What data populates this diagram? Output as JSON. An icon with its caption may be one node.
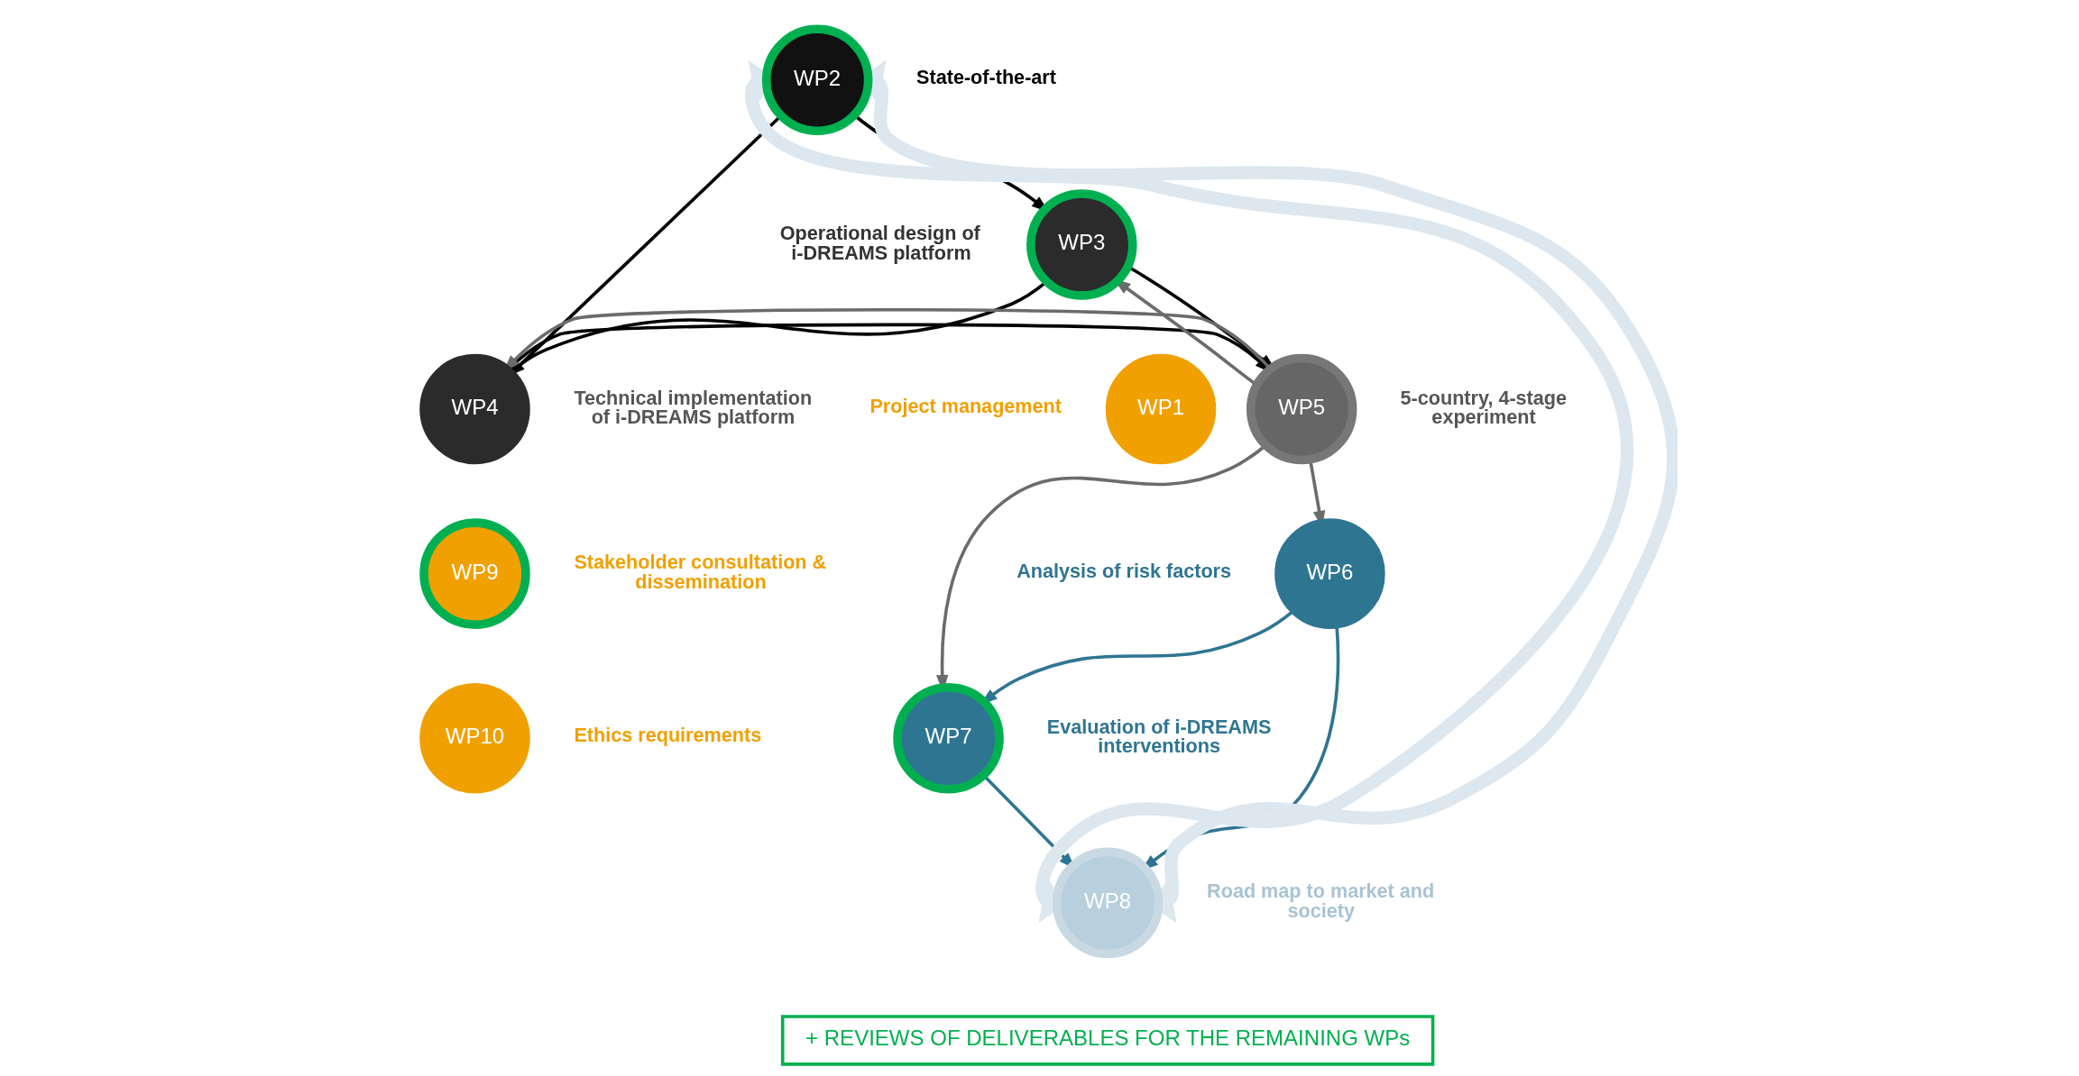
{
  "diagram": {
    "nodes": [
      {
        "text": [
          "WP2"
        ],
        "beside": [
          "State-of-the-art"
        ]
      },
      {
        "text": [
          "WP3"
        ],
        "beside": [
          "Operational design of i-DREAMS platform"
        ]
      },
      {
        "text": [
          "WP4"
        ],
        "beside": [
          "Technical implementation of i-DREAMS platform"
        ]
      },
      {
        "text": [
          "WP9"
        ],
        "beside": [
          "Stakeholder consultation & dissemination"
        ]
      },
      {
        "text": [
          "WP1"
        ],
        "beside": [
          "Project management"
        ]
      },
      {
        "text": [
          "WP5"
        ],
        "beside": [
          "5-country, 4-stage experiment"
        ]
      },
      {
        "text": [
          "WP10"
        ],
        "beside": [
          "Ethics requirements"
        ]
      },
      {
        "text": [
          "WP6"
        ],
        "beside": [
          "Analysis of risk factors"
        ]
      },
      {
        "text": [
          "WP7"
        ],
        "beside": [
          "Evaluation of i-DREAMS interventions"
        ]
      },
      {
        "text": [
          "WP8"
        ],
        "beside": [
          "Road map to market and society"
        ]
      }
    ],
    "edges": [
      {
        "from": 0,
        "to": 1,
        "arrow": "to"
      },
      {
        "from": 0,
        "to": 2,
        "arrow": "to"
      },
      {
        "from": 1,
        "to": 2,
        "arrow": "to"
      },
      {
        "from": 1,
        "to": 5,
        "arrow": "to"
      },
      {
        "from": 2,
        "to": 5,
        "arrow": "to"
      },
      {
        "from": 5,
        "to": 1,
        "arrow": "to",
        "color": "#6b6b6b"
      },
      {
        "from": 5,
        "to": 2,
        "arrow": "to",
        "color": "#6b6b6b"
      },
      {
        "from": 5,
        "to": 7,
        "arrow": "to",
        "color": "#6b6b6b"
      },
      {
        "from": 5,
        "to": 8,
        "arrow": "to",
        "color": "#6b6b6b"
      },
      {
        "from": 7,
        "to": 8,
        "arrow": "to",
        "color": "#2e7592"
      },
      {
        "from": 7,
        "to": 9,
        "arrow": "to",
        "color": "#2e7592"
      },
      {
        "from": 8,
        "to": 9,
        "arrow": "to",
        "color": "#2e7592"
      },
      {
        "from": 9,
        "to": 0,
        "arrow": "both",
        "style": "thick",
        "color": "#dce7ef"
      },
      {
        "from": 9,
        "to": 0,
        "arrow": "both",
        "style": "thick",
        "color": "#dce7ef"
      }
    ],
    "labels": [
      "+ REVIEWS OF DELIVERABLES FOR THE REMAINING WPs"
    ]
  }
}
